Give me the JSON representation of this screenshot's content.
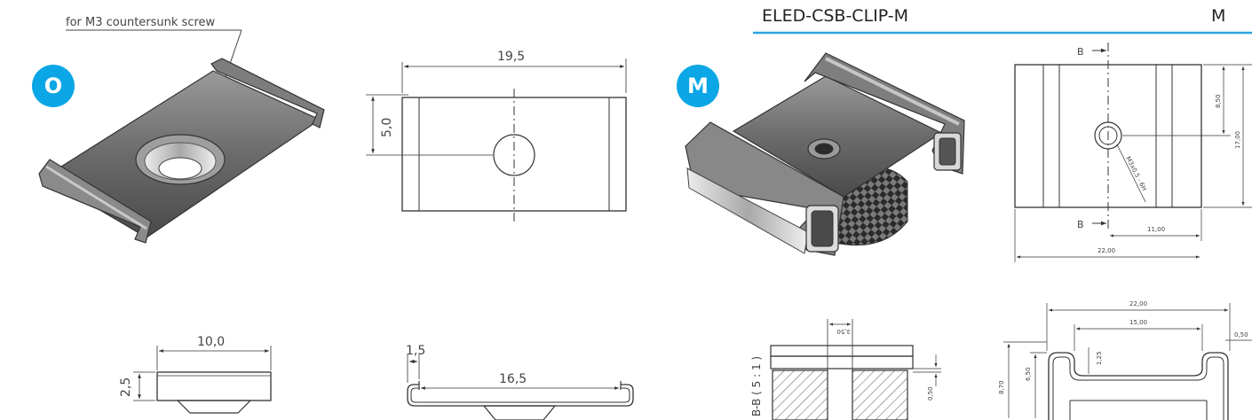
{
  "header": {
    "product_code": "ELED-CSB-CLIP-M",
    "variant": "M",
    "accent_color": "#2aa5de"
  },
  "left_part": {
    "badge": "O",
    "callout": "for M3 countersunk screw",
    "top_view": {
      "width_dim": "19,5",
      "height_dim": "5,0"
    },
    "side_view": {
      "width_dim": "10,0",
      "height_dim": "2,5"
    },
    "profile_view": {
      "thickness_dim": "1,5",
      "inner_dim": "16,5"
    }
  },
  "right_part": {
    "badge": "M",
    "top_view": {
      "section_marker_top": "B",
      "section_marker_bottom": "B",
      "dim_height": "17,00",
      "dim_half_height": "8,50",
      "dim_offset": "11,00",
      "dim_width": "22,00",
      "thread": "M3x0,5 - 6H"
    },
    "section_view": {
      "label": "B-B ( 5 : 1 )",
      "dim_gap": "3,50",
      "dim_step": "0,50"
    },
    "profile_view": {
      "dim_outer": "22,00",
      "dim_inner": "15,00",
      "dim_wall": "0,50",
      "dim_lip": "1,25",
      "dim_height_a": "6,50",
      "dim_height_b": "8,70"
    }
  },
  "colors": {
    "badge": "#0aa6e6",
    "line": "#333333",
    "metal_light": "#cfcfcf",
    "metal_dark": "#5a5a5a"
  }
}
